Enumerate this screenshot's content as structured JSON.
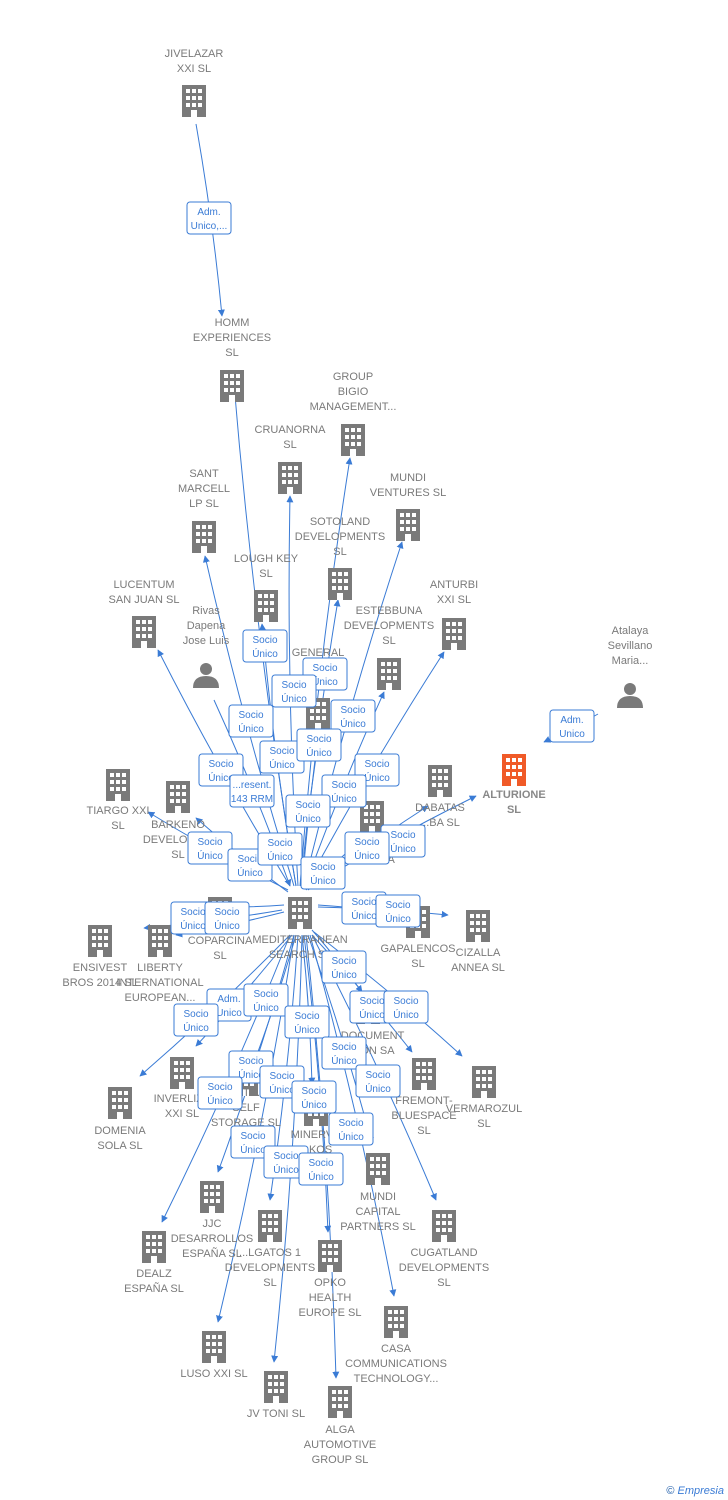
{
  "colors": {
    "edge": "#3a7bd5",
    "company": "#7a7a7a",
    "focus": "#f05a28",
    "person": "#7a7a7a"
  },
  "nodes": [
    {
      "id": "jivelazar",
      "type": "company",
      "lines": [
        "JIVELAZAR",
        "XXI  SL"
      ]
    },
    {
      "id": "homm",
      "type": "company",
      "lines": [
        "HOMM",
        "EXPERIENCES",
        "SL"
      ]
    },
    {
      "id": "group_bigio",
      "type": "company",
      "lines": [
        "GROUP",
        "BIGIO",
        "MANAGEMENT..."
      ]
    },
    {
      "id": "cruanorna",
      "type": "company",
      "lines": [
        "CRUANORNA",
        "SL"
      ]
    },
    {
      "id": "sant_marcell",
      "type": "company",
      "lines": [
        "SANT",
        "MARCELL",
        "LP  SL"
      ]
    },
    {
      "id": "mundi_ventures",
      "type": "company",
      "lines": [
        "MUNDI",
        "VENTURES  SL"
      ]
    },
    {
      "id": "sotoland",
      "type": "company",
      "lines": [
        "SOTOLAND",
        "DEVELOPMENTS",
        "SL"
      ]
    },
    {
      "id": "lough_key",
      "type": "company",
      "lines": [
        "LOUGH KEY",
        "SL"
      ]
    },
    {
      "id": "lucentum",
      "type": "company",
      "lines": [
        "LUCENTUM",
        "SAN JUAN  SL"
      ]
    },
    {
      "id": "anturbi",
      "type": "company",
      "lines": [
        "ANTURBI",
        "XXI  SL"
      ]
    },
    {
      "id": "estebbuna",
      "type": "company",
      "lines": [
        "ESTEBBUNA",
        "DEVELOPMENTS",
        "SL"
      ]
    },
    {
      "id": "rivas",
      "type": "person",
      "lines": [
        "Rivas",
        "Dapena",
        "Jose Luis"
      ]
    },
    {
      "id": "atalaya",
      "type": "person",
      "lines": [
        "Atalaya",
        "Sevillano",
        "Maria..."
      ]
    },
    {
      "id": "general",
      "type": "company",
      "lines": [
        "GENERAL",
        "M",
        "D...TS..."
      ]
    },
    {
      "id": "alturione",
      "type": "focus",
      "lines": [
        "ALTURIONE",
        "SL"
      ]
    },
    {
      "id": "tiargo",
      "type": "company",
      "lines": [
        "TIARGO XXI",
        "SL"
      ]
    },
    {
      "id": "barkeno",
      "type": "company",
      "lines": [
        "BARKENO",
        "DEVELOPM...",
        "SL"
      ]
    },
    {
      "id": "dabatas",
      "type": "company",
      "lines": [
        "DABATAS",
        "...BA  SL"
      ]
    },
    {
      "id": "rin",
      "type": "company",
      "lines": [
        "RIN",
        "...SPANA"
      ]
    },
    {
      "id": "mediterranean",
      "type": "company",
      "lines": [
        "MEDITERRANEAN",
        "SEARCH SL"
      ]
    },
    {
      "id": "coparcina",
      "type": "company",
      "lines": [
        "COPARCINA",
        "SL"
      ]
    },
    {
      "id": "ensivest",
      "type": "company",
      "lines": [
        "ENSIVEST",
        "BROS 2014 SL"
      ]
    },
    {
      "id": "liberty",
      "type": "company",
      "lines": [
        "LIBERTY",
        "INTERNATIONAL",
        "EUROPEAN..."
      ]
    },
    {
      "id": "gapalencos",
      "type": "company",
      "lines": [
        "GAPALENCOS",
        "SL"
      ]
    },
    {
      "id": "cizalla",
      "type": "company",
      "lines": [
        "CIZALLA",
        "ANNEA  SL"
      ]
    },
    {
      "id": "document",
      "type": "company",
      "lines": [
        "...DOCUMENT",
        "...TION SA"
      ]
    },
    {
      "id": "domenia",
      "type": "company",
      "lines": [
        "DOMENIA",
        "SOLA SL"
      ]
    },
    {
      "id": "inverliza",
      "type": "company",
      "lines": [
        "INVERLIZA",
        "XXI  SL"
      ]
    },
    {
      "id": "self_storage",
      "type": "company",
      "lines": [
        "...NTE...",
        "SELF",
        "STORAGE  SL"
      ]
    },
    {
      "id": "minerva",
      "type": "company",
      "lines": [
        "MINERV...",
        "...KOS"
      ]
    },
    {
      "id": "fremont",
      "type": "company",
      "lines": [
        "FREMONT-",
        "BLUESPACE",
        "SL"
      ]
    },
    {
      "id": "vermarozul",
      "type": "company",
      "lines": [
        "VERMAROZUL",
        "SL"
      ]
    },
    {
      "id": "mundi_capital",
      "type": "company",
      "lines": [
        "MUNDI",
        "CAPITAL",
        "PARTNERS  SL"
      ]
    },
    {
      "id": "jjc",
      "type": "company",
      "lines": [
        "JJC",
        "DESARROLLOS",
        "ESPAÑA  SL"
      ]
    },
    {
      "id": "dealz",
      "type": "company",
      "lines": [
        "DEALZ",
        "ESPAÑA  SL"
      ]
    },
    {
      "id": "galgatos",
      "type": "company",
      "lines": [
        "...LGATOS 1",
        "DEVELOPMENTS",
        "SL"
      ]
    },
    {
      "id": "opko",
      "type": "company",
      "lines": [
        "OPKO",
        "HEALTH",
        "EUROPE  SL"
      ]
    },
    {
      "id": "cugatland",
      "type": "company",
      "lines": [
        "CUGATLAND",
        "DEVELOPMENTS",
        "SL"
      ]
    },
    {
      "id": "casa",
      "type": "company",
      "lines": [
        "CASA",
        "COMMUNICATIONS",
        "TECHNOLOGY..."
      ]
    },
    {
      "id": "luso",
      "type": "company",
      "lines": [
        "LUSO XXI  SL"
      ]
    },
    {
      "id": "jv_toni",
      "type": "company",
      "lines": [
        "JV TONI  SL"
      ]
    },
    {
      "id": "alga",
      "type": "company",
      "lines": [
        "ALGA",
        "AUTOMOTIVE",
        "GROUP  SL"
      ]
    }
  ],
  "edge_labels": [
    {
      "lines": [
        "Adm.",
        "Unico,..."
      ]
    },
    {
      "lines": [
        "Adm.",
        "Unico"
      ]
    },
    {
      "lines": [
        "Socio",
        "Único"
      ]
    },
    {
      "lines": [
        "Socio",
        "Único"
      ]
    },
    {
      "lines": [
        "Socio",
        "Único"
      ]
    },
    {
      "lines": [
        "Socio",
        "Único"
      ]
    },
    {
      "lines": [
        "Socio",
        "Único"
      ]
    },
    {
      "lines": [
        "Socio",
        "Único"
      ]
    },
    {
      "lines": [
        "Socio",
        "Único"
      ]
    },
    {
      "lines": [
        "Socio",
        "Único"
      ]
    },
    {
      "lines": [
        "Socio",
        "Único"
      ]
    },
    {
      "lines": [
        "Socio",
        "Único"
      ]
    },
    {
      "lines": [
        "...resent.",
        "143 RRM"
      ]
    },
    {
      "lines": [
        "Socio",
        "Único"
      ]
    },
    {
      "lines": [
        "Socio",
        "Único"
      ]
    },
    {
      "lines": [
        "Socio",
        "Único"
      ]
    },
    {
      "lines": [
        "Socio",
        "Único"
      ]
    },
    {
      "lines": [
        "Socio",
        "Único"
      ]
    },
    {
      "lines": [
        "Socio",
        "Único"
      ]
    },
    {
      "lines": [
        "Socio",
        "Único"
      ]
    },
    {
      "lines": [
        "Socio",
        "Único"
      ]
    },
    {
      "lines": [
        "Socio",
        "Único"
      ]
    },
    {
      "lines": [
        "Socio",
        "Único"
      ]
    },
    {
      "lines": [
        "Socio",
        "Único"
      ]
    },
    {
      "lines": [
        "Socio",
        "Único"
      ]
    },
    {
      "lines": [
        "Adm.",
        "Unico"
      ]
    },
    {
      "lines": [
        "Socio",
        "Único"
      ]
    },
    {
      "lines": [
        "Socio",
        "Único"
      ]
    },
    {
      "lines": [
        "Socio",
        "Único"
      ]
    },
    {
      "lines": [
        "Socio",
        "Único"
      ]
    },
    {
      "lines": [
        "Socio",
        "Único"
      ]
    },
    {
      "lines": [
        "Socio",
        "Único"
      ]
    },
    {
      "lines": [
        "Socio",
        "Único"
      ]
    },
    {
      "lines": [
        "Socio",
        "Único"
      ]
    },
    {
      "lines": [
        "Socio",
        "Único"
      ]
    },
    {
      "lines": [
        "Socio",
        "Único"
      ]
    },
    {
      "lines": [
        "Socio",
        "Único"
      ]
    },
    {
      "lines": [
        "Socio",
        "Único"
      ]
    },
    {
      "lines": [
        "Socio",
        "Único"
      ]
    },
    {
      "lines": [
        "Socio",
        "Único"
      ]
    },
    {
      "lines": [
        "Socio",
        "Único"
      ]
    }
  ],
  "footer": {
    "copyright_symbol": "©",
    "brand": "Empresia"
  }
}
